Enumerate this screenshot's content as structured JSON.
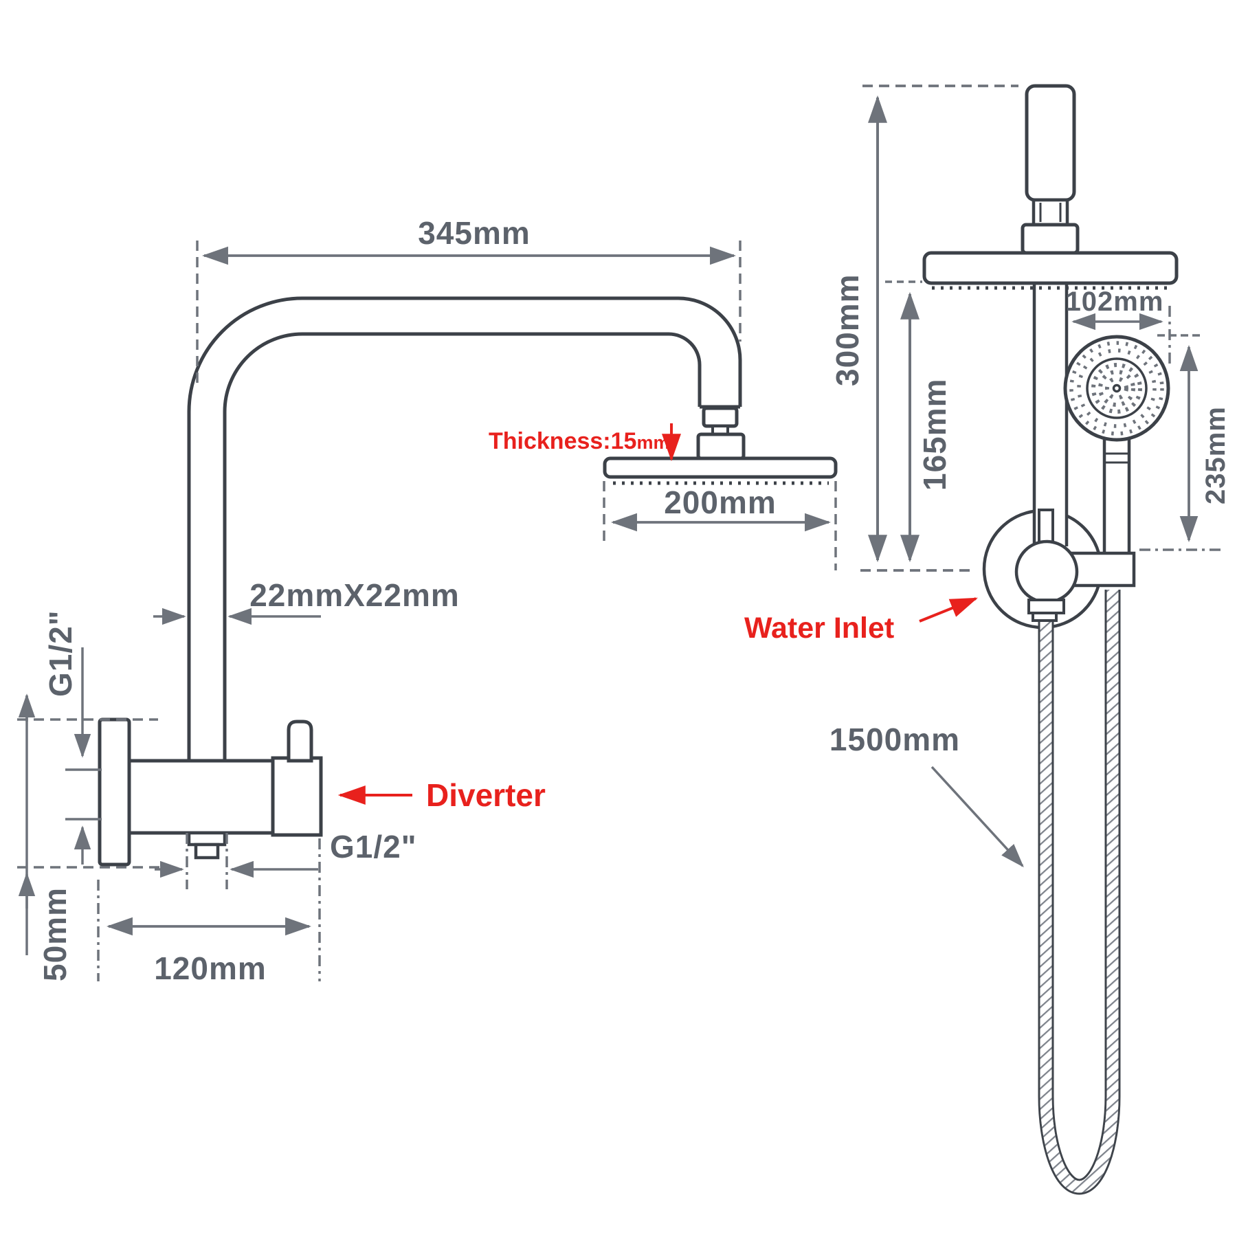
{
  "diagram_title": "shower-set-dimension-drawing",
  "colors": {
    "outline": "#3c4148",
    "dimension": "#6e737b",
    "label_text": "#5c626b",
    "callout_red": "#e8211d",
    "background": "#ffffff"
  },
  "left_view": {
    "dim_arm_reach": "345mm",
    "dim_pipe_section": "22mmX22mm",
    "thread_top_inlet": "G1/2\"",
    "thread_bottom_outlet": "G1/2\"",
    "dim_body_width": "120mm",
    "dim_outlet_drop": "50mm",
    "dim_head_diameter": "200mm",
    "head_thickness_label": "Thickness:15",
    "head_thickness_unit": "mm",
    "diverter_callout": "Diverter"
  },
  "right_view": {
    "dim_riser_height": "300mm",
    "dim_rail_height": "165mm",
    "dim_handshower_diameter": "102mm",
    "dim_handshower_length": "235mm",
    "dim_hose_length": "1500mm",
    "water_inlet_callout": "Water Inlet"
  }
}
